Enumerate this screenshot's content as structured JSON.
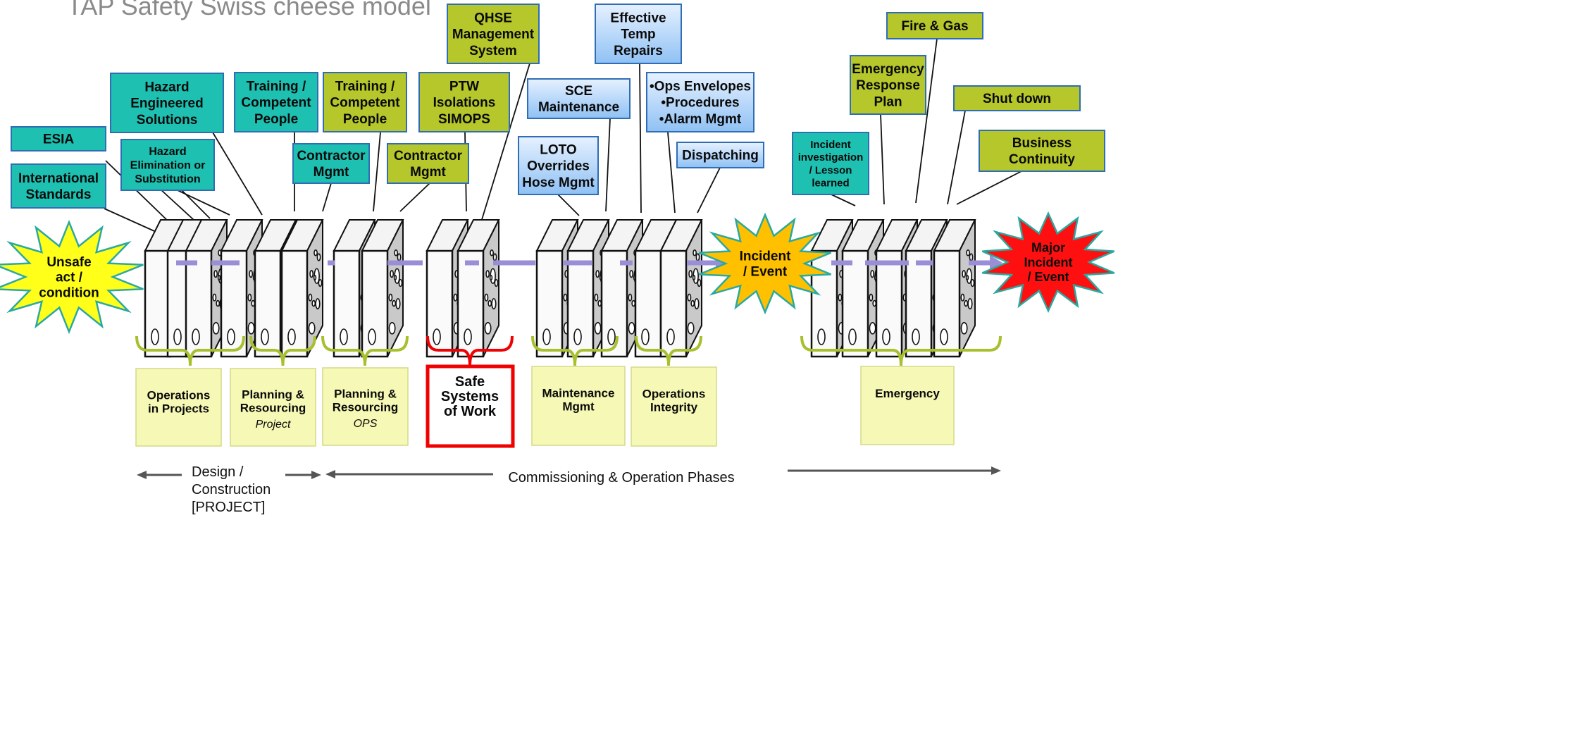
{
  "title": "TAP Safety Swiss cheese model",
  "colors": {
    "teal": "#1DC0B1",
    "olive": "#B5C72B",
    "blue_top": "#E6F1FF",
    "blue_bottom": "#8FC1F4",
    "cheese": "#C9C9C9",
    "trajectory": "#FF6A00",
    "arrow": "#9A8FD6",
    "yellow_box": "#F6F8B5",
    "red_border": "#F00000",
    "bracket_green": "#A8BF2E",
    "star_start": "#FFFF1A",
    "star_mid": "#FFC000",
    "star_end": "#FF1010"
  },
  "labels": {
    "intl_standards": [
      "International",
      "Standards"
    ],
    "esia": [
      "ESIA"
    ],
    "hazard_engineered": [
      "Hazard",
      "Engineered",
      "Solutions"
    ],
    "hazard_elimination": [
      "Hazard",
      "Elimination or",
      "Substitution"
    ],
    "training_teal": [
      "Training /",
      "Competent",
      "People"
    ],
    "contractor_teal": [
      "Contractor",
      "Mgmt"
    ],
    "training_olive": [
      "Training /",
      "Competent",
      "People"
    ],
    "contractor_olive": [
      "Contractor",
      "Mgmt"
    ],
    "ptw": [
      "PTW",
      "Isolations",
      "SIMOPS"
    ],
    "qhse": [
      "QHSE",
      "Management",
      "System"
    ],
    "sce": [
      "SCE",
      "Maintenance"
    ],
    "loto": [
      "LOTO",
      "Overrides",
      "Hose Mgmt"
    ],
    "temp_repairs": [
      "Effective",
      "Temp",
      "Repairs"
    ],
    "ops_envelopes": [
      "•Ops Envelopes",
      "•Procedures",
      "•Alarm Mgmt"
    ],
    "dispatching": [
      "Dispatching"
    ],
    "incident_investigation": [
      "Incident",
      "investigation",
      "/ Lesson",
      "learned"
    ],
    "emergency_response": [
      "Emergency",
      "Response",
      "Plan"
    ],
    "fire_gas": [
      "Fire & Gas"
    ],
    "shut_down": [
      "Shut down"
    ],
    "business_continuity": [
      "Business",
      "Continuity"
    ]
  },
  "stars": {
    "start": [
      "Unsafe",
      "act /",
      "condition"
    ],
    "mid": [
      "Incident",
      "/ Event"
    ],
    "end": [
      "Major",
      "Incident",
      "/ Event"
    ]
  },
  "categories": {
    "ops_projects": [
      "Operations",
      "in Projects"
    ],
    "planning_project": [
      "Planning &",
      "Resourcing"
    ],
    "planning_project_sub": "Project",
    "planning_ops": [
      "Planning &",
      "Resourcing"
    ],
    "planning_ops_sub": "OPS",
    "safe_systems": [
      "Safe",
      "Systems",
      "of Work"
    ],
    "maintenance": [
      "Maintenance",
      "Mgmt"
    ],
    "ops_integrity": [
      "Operations",
      "Integrity"
    ],
    "emergency": [
      "Emergency"
    ]
  },
  "phases": {
    "design": [
      "Design /",
      "Construction",
      "[PROJECT]"
    ],
    "commissioning": "Commissioning & Operation Phases"
  }
}
